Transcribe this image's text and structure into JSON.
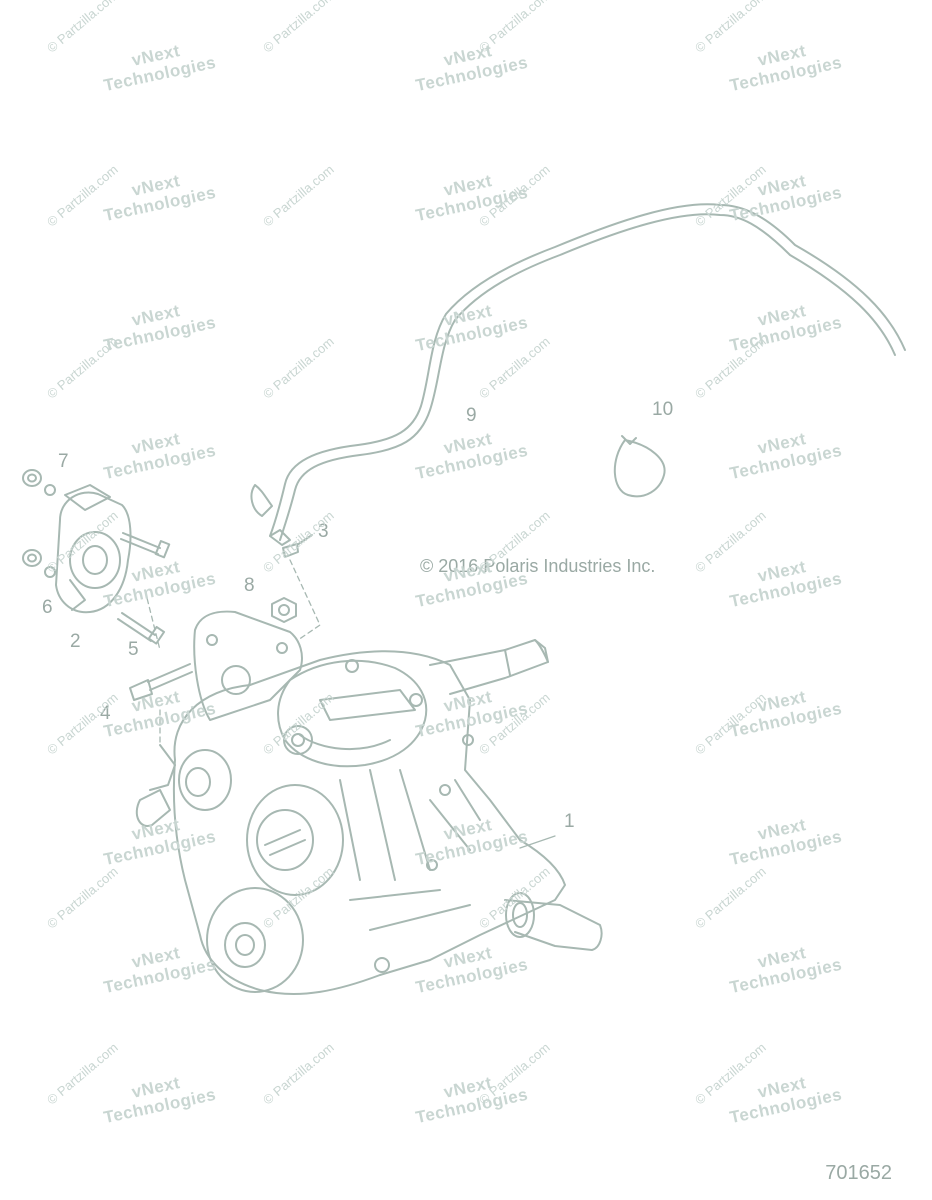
{
  "diagram": {
    "copyright": "© 2016 Polaris Industries Inc.",
    "document_number": "701652",
    "callouts": [
      "1",
      "2",
      "3",
      "4",
      "5",
      "6",
      "7",
      "8",
      "9",
      "10"
    ]
  },
  "watermarks": {
    "brand_line1": "vNext",
    "brand_line2": "Technologies",
    "site": "© Partzilla.com"
  },
  "colors": {
    "line": "#a7b8b2",
    "text": "#9aa9a4",
    "watermark": "#c9d6d2"
  }
}
